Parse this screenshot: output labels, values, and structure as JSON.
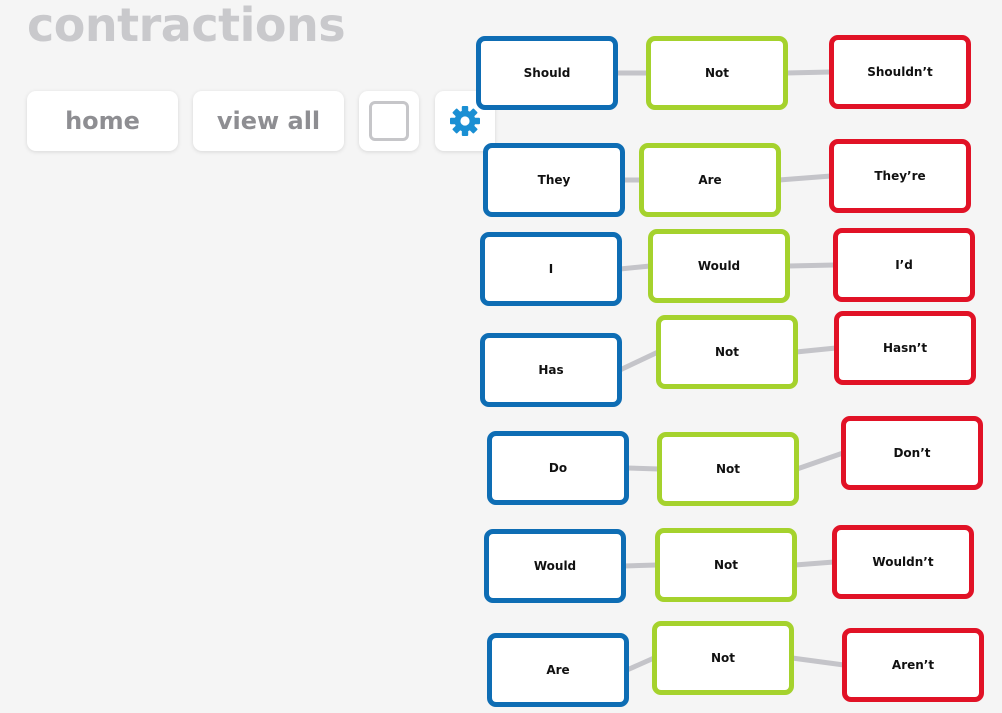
{
  "page": {
    "title": "contractions"
  },
  "toolbar": {
    "home_label": "home",
    "view_all_label": "view all",
    "checkbox_icon": "checkbox-icon",
    "settings_icon": "gear-icon"
  },
  "colors": {
    "first_word": "#0e6db4",
    "second_word": "#a5d22d",
    "contraction": "#e11226",
    "connector": "#c4c4c9",
    "gear": "#1a8fd3"
  },
  "contractions": [
    {
      "first": "Should",
      "second": "Not",
      "result": "Shouldn’t"
    },
    {
      "first": "They",
      "second": "Are",
      "result": "They’re"
    },
    {
      "first": "I",
      "second": "Would",
      "result": "I’d"
    },
    {
      "first": "Has",
      "second": "Not",
      "result": "Hasn’t"
    },
    {
      "first": "Do",
      "second": "Not",
      "result": "Don’t"
    },
    {
      "first": "Would",
      "second": "Not",
      "result": "Wouldn’t"
    },
    {
      "first": "Are",
      "second": "Not",
      "result": "Aren’t"
    }
  ]
}
